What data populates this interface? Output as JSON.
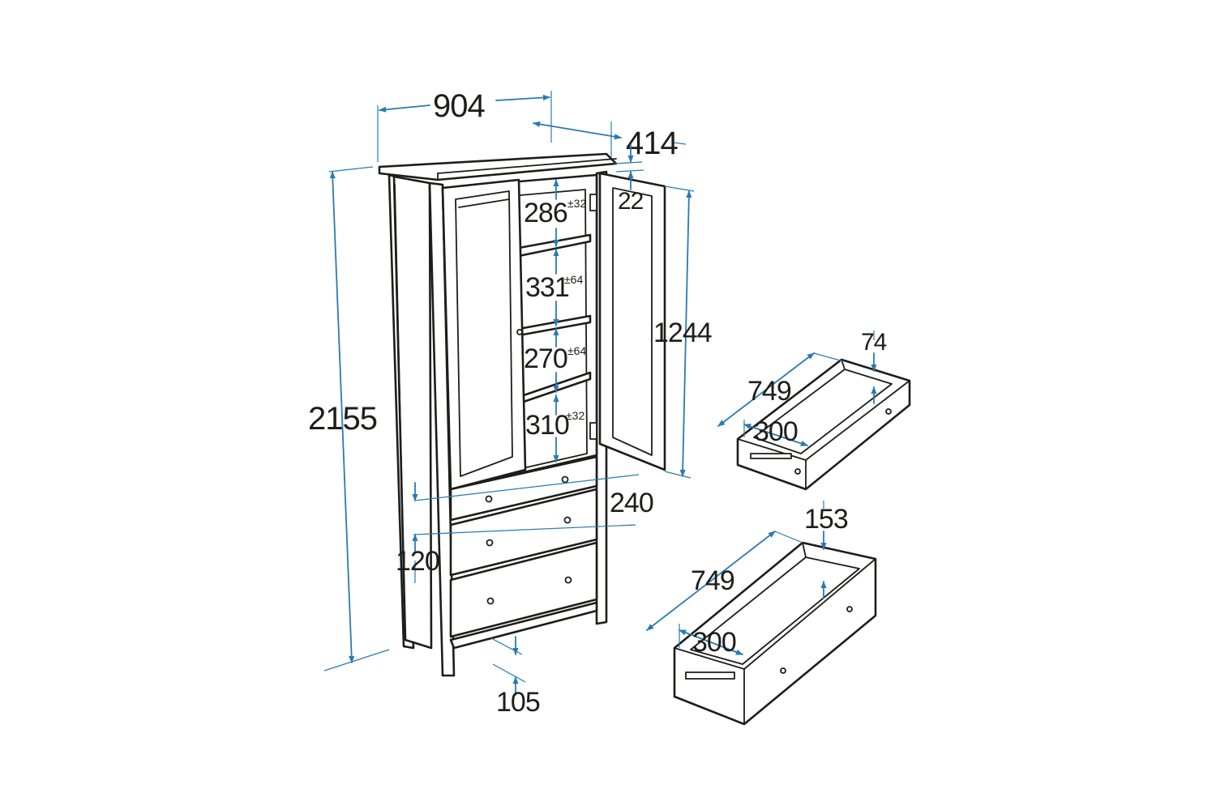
{
  "cabinet": {
    "width": "904",
    "depth": "414",
    "top_thickness": "22",
    "height": "2155",
    "door_height": "1244",
    "drawer_front_height": "240",
    "plinth_offset": "120",
    "leg_height": "105",
    "shelf_gaps": [
      {
        "value": "286",
        "tolerance": "±32"
      },
      {
        "value": "331",
        "tolerance": "±64"
      },
      {
        "value": "270",
        "tolerance": "±64"
      },
      {
        "value": "310",
        "tolerance": "±32"
      }
    ]
  },
  "drawer_small": {
    "length": "749",
    "height": "74",
    "width": "300"
  },
  "drawer_large": {
    "length": "749",
    "height": "153",
    "width": "300"
  },
  "colors": {
    "line": "#1d1d1b",
    "dimension": "#2a7ab0"
  }
}
